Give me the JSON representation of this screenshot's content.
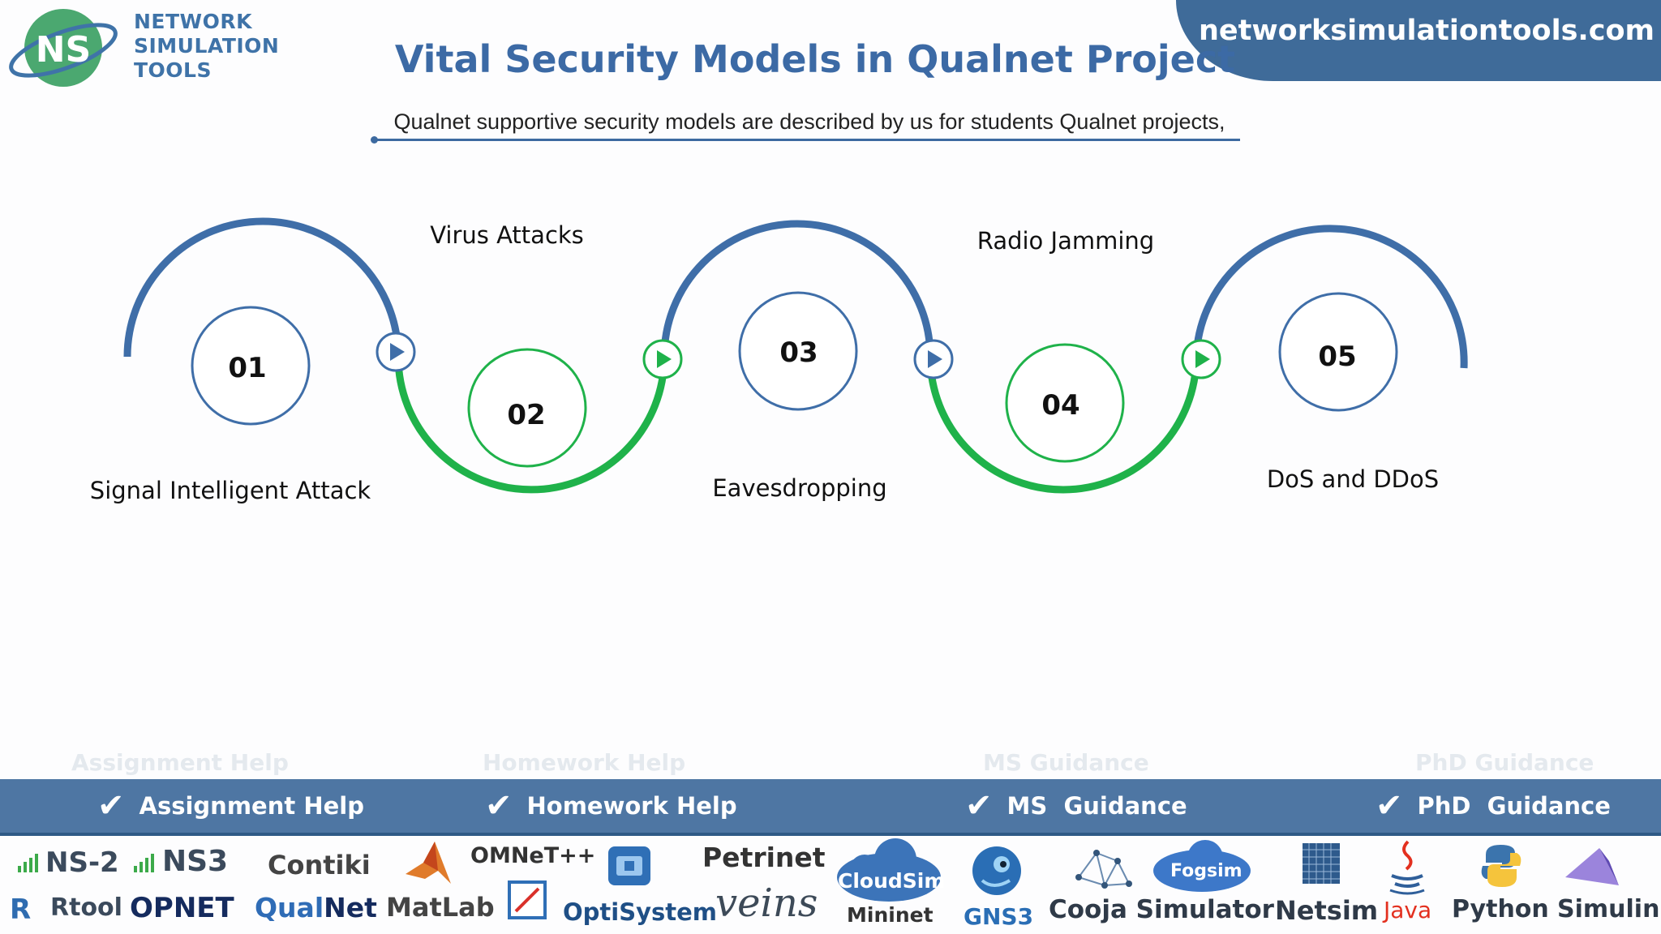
{
  "logo": {
    "mark": "NS",
    "lines": [
      "NETWORK",
      "SIMULATION",
      "TOOLS"
    ]
  },
  "header": {
    "site_url": "networksimulationtools.com",
    "title": "Vital Security Models in Qualnet Project",
    "subtitle": "Qualnet supportive security models are described by us for students Qualnet projects,"
  },
  "steps": [
    {
      "number": "01",
      "label": "Signal Intelligent Attack"
    },
    {
      "number": "02",
      "label": "Virus Attacks"
    },
    {
      "number": "03",
      "label": "Eavesdropping"
    },
    {
      "number": "04",
      "label": "Radio Jamming"
    },
    {
      "number": "05",
      "label": "DoS and DDoS"
    }
  ],
  "colors": {
    "blue_arc": "#3f6ea8",
    "green_arc": "#1fb24a",
    "bar": "#4e76a3",
    "title": "#3c6aa5"
  },
  "services": [
    {
      "label": "Assignment Help",
      "icon": "check-icon"
    },
    {
      "label": "Homework Help",
      "icon": "check-icon"
    },
    {
      "label": "MS  Guidance",
      "icon": "check-icon"
    },
    {
      "label": "PhD  Guidance",
      "icon": "check-icon"
    }
  ],
  "tools": {
    "ns2": "NS-2",
    "ns3": "NS3",
    "contiki": "Contiki",
    "omnet": "OMNeT++",
    "petrinet": "Petrinet",
    "cloudsim": "CloudSim",
    "fogsim": "Fogsim",
    "rtool_r": "R",
    "rtool": "Rtool",
    "opnet": "OPNET",
    "qualnet_a": "Qual",
    "qualnet_b": "Net",
    "matlab": "MatLab",
    "optisystem": "OptiSystem",
    "veins": "veins",
    "mininet": "Mininet",
    "gns3": "GNS3",
    "cooja": "Cooja Simulator",
    "netsim": "Netsim",
    "java": "Java",
    "python": "Python",
    "simulink": "Simulink"
  }
}
